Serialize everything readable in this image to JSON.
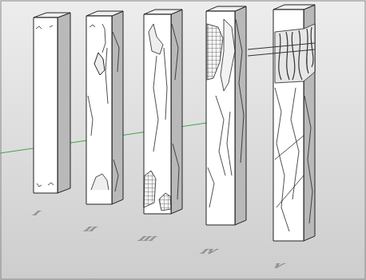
{
  "diagram": {
    "labels": [
      "I",
      "II",
      "III",
      "IV",
      "V"
    ]
  }
}
